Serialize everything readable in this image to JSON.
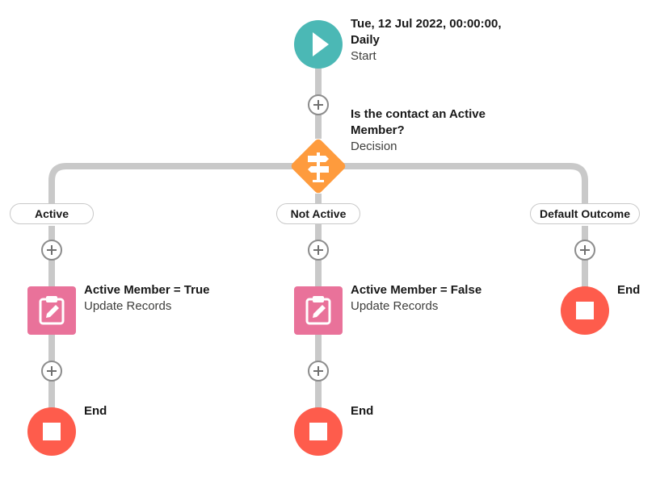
{
  "colors": {
    "start": "#4bb8b5",
    "decision": "#fe9b3d",
    "update_records": "#e9729a",
    "end": "#fe5c4c",
    "connector": "#c9c9c9"
  },
  "start": {
    "title_line1": "Tue, 12 Jul 2022, 00:00:00,",
    "title_line2": "Daily",
    "subtitle": "Start",
    "icon": "play-icon"
  },
  "decision": {
    "title_line1": "Is the contact an Active",
    "title_line2": "Member?",
    "subtitle": "Decision",
    "icon": "signpost-icon"
  },
  "branches": [
    {
      "outcome": "Active",
      "element": {
        "title": "Active Member = True",
        "subtitle": "Update Records",
        "icon": "clipboard-edit-icon"
      },
      "end_label": "End"
    },
    {
      "outcome": "Not Active",
      "element": {
        "title": "Active Member = False",
        "subtitle": "Update Records",
        "icon": "clipboard-edit-icon"
      },
      "end_label": "End"
    },
    {
      "outcome": "Default Outcome",
      "end_label": "End"
    }
  ]
}
